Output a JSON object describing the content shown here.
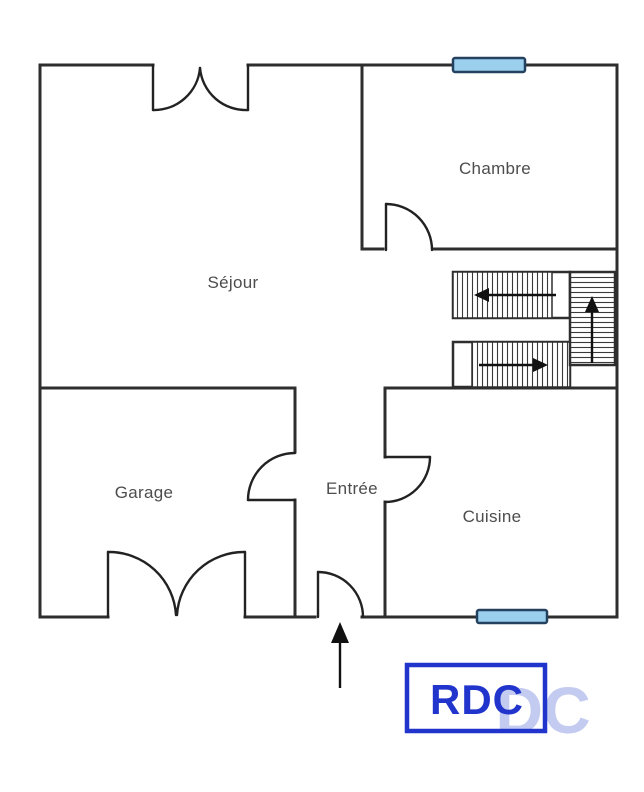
{
  "plan": {
    "floor_badge": {
      "label": "RDC",
      "watermark_ghost": "DC"
    },
    "rooms": {
      "sejour": {
        "label": "Séjour"
      },
      "chambre": {
        "label": "Chambre"
      },
      "garage": {
        "label": "Garage"
      },
      "entree": {
        "label": "Entrée"
      },
      "cuisine": {
        "label": "Cuisine"
      }
    },
    "icons": {
      "windows": [
        {
          "name": "window-top-chambre",
          "shape": "blue-bar-on-wall"
        },
        {
          "name": "window-bottom-cuisine",
          "shape": "blue-bar-on-wall"
        }
      ],
      "doors": [
        {
          "name": "double-door-sejour-top",
          "shape": "two-quarter-arcs"
        },
        {
          "name": "double-door-garage-bottom",
          "shape": "two-quarter-arcs"
        },
        {
          "name": "door-entree-exterior",
          "shape": "quarter-arc"
        },
        {
          "name": "door-chambre",
          "shape": "quarter-arc"
        },
        {
          "name": "door-garage-entree",
          "shape": "quarter-arc"
        },
        {
          "name": "door-cuisine",
          "shape": "quarter-arc"
        }
      ],
      "arrows": [
        {
          "name": "stairs-upper-flight-arrow",
          "direction": "left"
        },
        {
          "name": "stairs-lower-flight-arrow",
          "direction": "right"
        },
        {
          "name": "stairs-landing-arrow",
          "direction": "up"
        },
        {
          "name": "entrance-arrow",
          "direction": "up"
        }
      ]
    },
    "colors": {
      "wall": "#2e2e2e",
      "window_fill": "#9acfee",
      "window_border": "#24425f",
      "badge_blue": "#2135cc",
      "watermark_blue": "#b9c2ee",
      "label_gray": "#4d4d4d"
    }
  }
}
